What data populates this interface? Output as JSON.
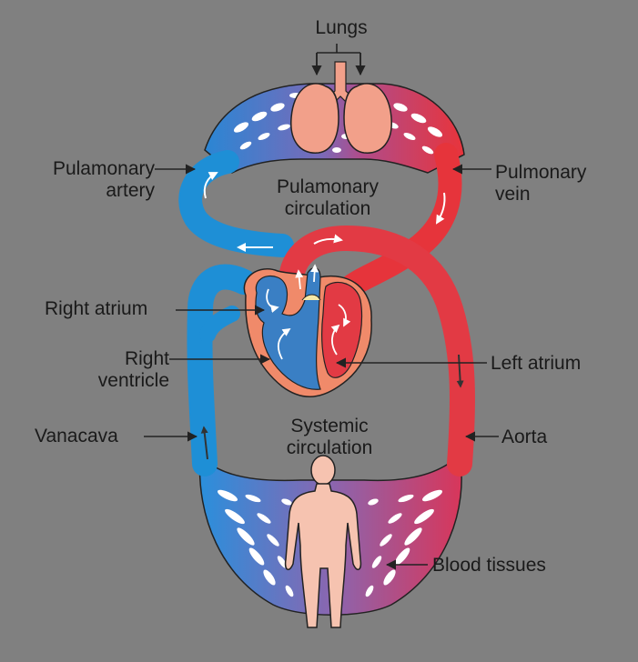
{
  "labels": {
    "lungs": "Lungs",
    "pulmonary_artery_1": "Pulamonary",
    "pulmonary_artery_2": "artery",
    "pulmonary_vein_1": "Pulmonary",
    "pulmonary_vein_2": "vein",
    "pulmonary_circulation_1": "Pulamonary",
    "pulmonary_circulation_2": "circulation",
    "right_atrium": "Right atrium",
    "right_ventricle_1": "Right",
    "right_ventricle_2": "ventricle",
    "left_atrium": "Left atrium",
    "systemic_circulation_1": "Systemic",
    "systemic_circulation_2": "circulation",
    "vena_cava": "Vanacava",
    "aorta": "Aorta",
    "blood_tissues": "Blood tissues"
  },
  "colors": {
    "background": "#808080",
    "deoxygenated": "#1e8fd6",
    "oxygenated": "#e8343b",
    "capillary": "#8a6bb5",
    "lung": "#f2a08a",
    "heart": "#f08a6a",
    "body": "#f6c3b0"
  }
}
